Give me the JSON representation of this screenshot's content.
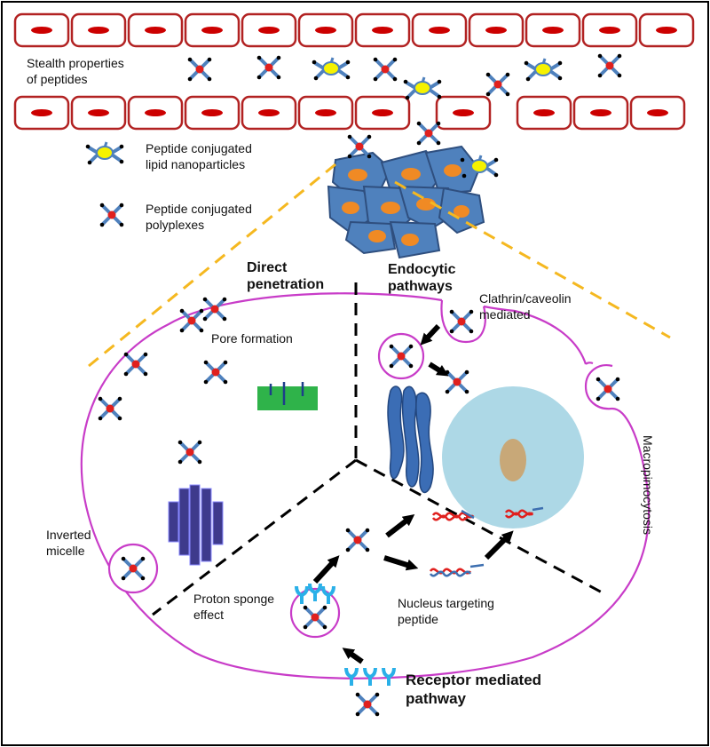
{
  "labels": {
    "stealth": "Stealth properties\nof peptides",
    "legend_lipid": "Peptide conjugated\nlipid nanoparticles",
    "legend_polyplex": "Peptide conjugated\npolyplexes",
    "direct": "Direct\npenetration",
    "endocytic": "Endocytic\npathways",
    "clathrin": "Clathrin/caveolin\nmediated",
    "pore": "Pore formation",
    "macro": "Macropimocytosis",
    "inverted": "Inverted\nmicelle",
    "proton": "Proton sponge\neffect",
    "nucleus_peptide": "Nucleus targeting\npeptide",
    "receptor": "Receptor mediated\npathway"
  },
  "colors": {
    "vessel_border": "#b22222",
    "vessel_nucleus": "#cc0000",
    "cell_membrane": "#c83cc8",
    "tumor_cell": "#4f81bd",
    "tumor_nucleus": "#f08a24",
    "er": "#3b6db5",
    "nucleus": "#add8e6",
    "nucleolus": "#c8a878",
    "pore_protein": "#3e3a8c",
    "channel": "#2fb34a",
    "dna_red": "#e0201e",
    "dna_blue": "#3d6fb0",
    "receptor": "#2ab0e8",
    "polyplex_core": "#e0201e",
    "lipid_core": "#f6f200",
    "peptide_arm": "#4f81bd",
    "divider": "#000000",
    "dashed_yellow": "#f5b820"
  },
  "icons": [
    "polyplex-icon",
    "lipid-nanoparticle-icon",
    "receptor-icon",
    "arrow-icon"
  ]
}
